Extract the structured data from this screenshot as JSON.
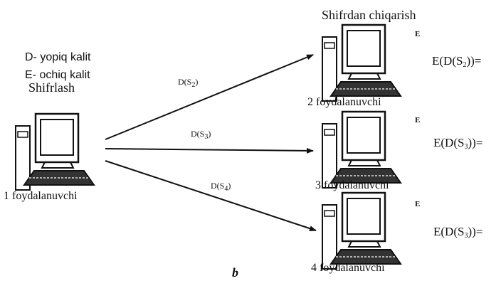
{
  "legend": {
    "private_key": "D- yopiq kalit",
    "public_key": "E- ochiq kalit"
  },
  "sender": {
    "title": "Shifrlash",
    "name": "1 foydalanuvchi",
    "icon": "computer-icon"
  },
  "receivers_title": "Shifrdan chiqarish",
  "receivers": [
    {
      "name": "2 foydalanuvchi",
      "key": "E",
      "arrow_label": "D(S",
      "arrow_sub": "2",
      "result": "E(D(S",
      "result_sub": "2",
      "result_tail": "))="
    },
    {
      "name": "3 foydalanuvchi",
      "key": "E",
      "arrow_label": "D(S",
      "arrow_sub": "3",
      "result": "E(D(S",
      "result_sub": "3",
      "result_tail": "))="
    },
    {
      "name": "4 foydalanuvchi",
      "key": "E",
      "arrow_label": "D(S",
      "arrow_sub": "4",
      "result": "E(D(S",
      "result_sub": "3",
      "result_tail": "))="
    }
  ],
  "caption": "b",
  "colors": {
    "ink": "#111111",
    "screen_fill": "#ffffff"
  }
}
